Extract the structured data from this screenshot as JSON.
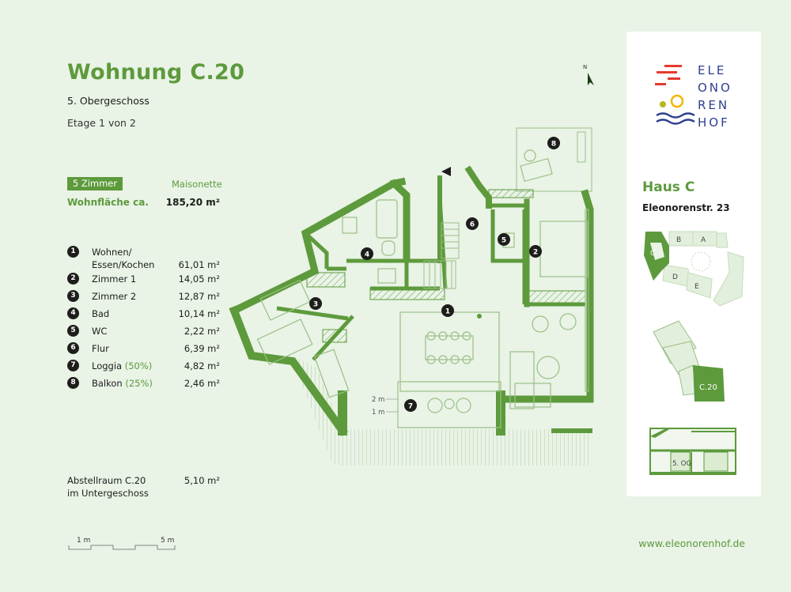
{
  "header": {
    "title": "Wohnung C.20",
    "floor": "5. Obergeschoss",
    "level": "Etage 1 von 2"
  },
  "summary": {
    "rooms_badge": "5 Zimmer",
    "type": "Maisonette",
    "area_label": "Wohnfläche ca.",
    "area_value": "185,20 m²"
  },
  "rooms": [
    {
      "num": "1",
      "name": "Wohnen/ Essen/Kochen",
      "area": "61,01 m²"
    },
    {
      "num": "2",
      "name": "Zimmer 1",
      "area": "14,05 m²"
    },
    {
      "num": "3",
      "name": "Zimmer 2",
      "area": "12,87 m²"
    },
    {
      "num": "4",
      "name": "Bad",
      "area": "10,14 m²"
    },
    {
      "num": "5",
      "name": "WC",
      "area": "2,22 m²"
    },
    {
      "num": "6",
      "name": "Flur",
      "area": "6,39 m²"
    },
    {
      "num": "7",
      "name": "Loggia",
      "pct": "(50%)",
      "area": "4,82 m²"
    },
    {
      "num": "8",
      "name": "Balkon",
      "pct": "(25%)",
      "area": "2,46 m²"
    }
  ],
  "storage": {
    "line1": "Abstellraum C.20",
    "line2": "im Untergeschoss",
    "area": "5,10 m²"
  },
  "scale": {
    "left": "1 m",
    "right": "5 m"
  },
  "plan": {
    "north": "N",
    "dim_2m": "2 m",
    "dim_1m": "1 m"
  },
  "side": {
    "logo_lines": [
      "ELE",
      "ONO",
      "REN",
      "HOF"
    ],
    "haus": "Haus C",
    "street": "Eleonorenstr. 23",
    "site_labels": {
      "a": "A",
      "b": "B",
      "c": "C",
      "d": "D",
      "e": "E"
    },
    "unit_label": "C.20",
    "section_label": "5. OG"
  },
  "website": "www.eleonorenhof.de",
  "colors": {
    "accent": "#5d9a3c",
    "background": "#e9f3e6",
    "dark": "#1d1d1b"
  }
}
